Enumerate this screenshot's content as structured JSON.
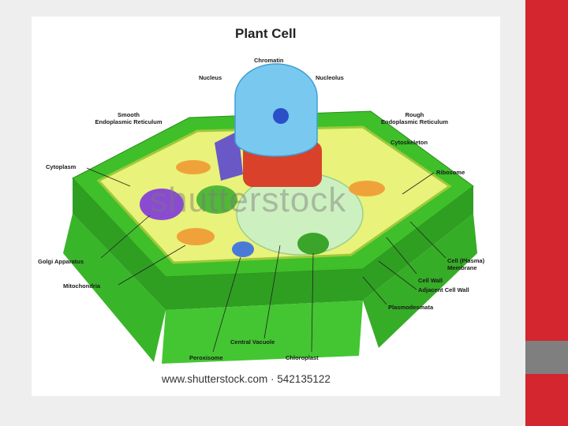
{
  "slide": {
    "accent_color": "#d3262e",
    "secondary_accent": "#7f7f7f"
  },
  "diagram": {
    "title": "Plant Cell",
    "labels": {
      "chromatin": "Chromatin",
      "nucleus": "Nucleus",
      "nucleolus": "Nucleolus",
      "smooth_er_1": "Smooth",
      "smooth_er_2": "Endoplasmic Reticulum",
      "rough_er_1": "Rough",
      "rough_er_2": "Endoplasmic Reticulum",
      "cytoskeleton": "Cytoskeleton",
      "cytoplasm": "Cytoplasm",
      "ribosome": "Ribosome",
      "golgi": "Golgi Apparatus",
      "mitochondria": "Mitochondria",
      "cell_membrane_1": "Cell (Plasma)",
      "cell_membrane_2": "Membrane",
      "cell_wall": "Cell Wall",
      "adjacent_cell_wall": "Adjacent Cell Wall",
      "plasmodesmata": "Plasmodesmata",
      "central_vacuole": "Central Vacuole",
      "peroxisome": "Peroxisome",
      "chloroplast": "Chloroplast"
    },
    "watermark": "shutterstock",
    "credit": "www.shutterstock.com · 542135122"
  }
}
